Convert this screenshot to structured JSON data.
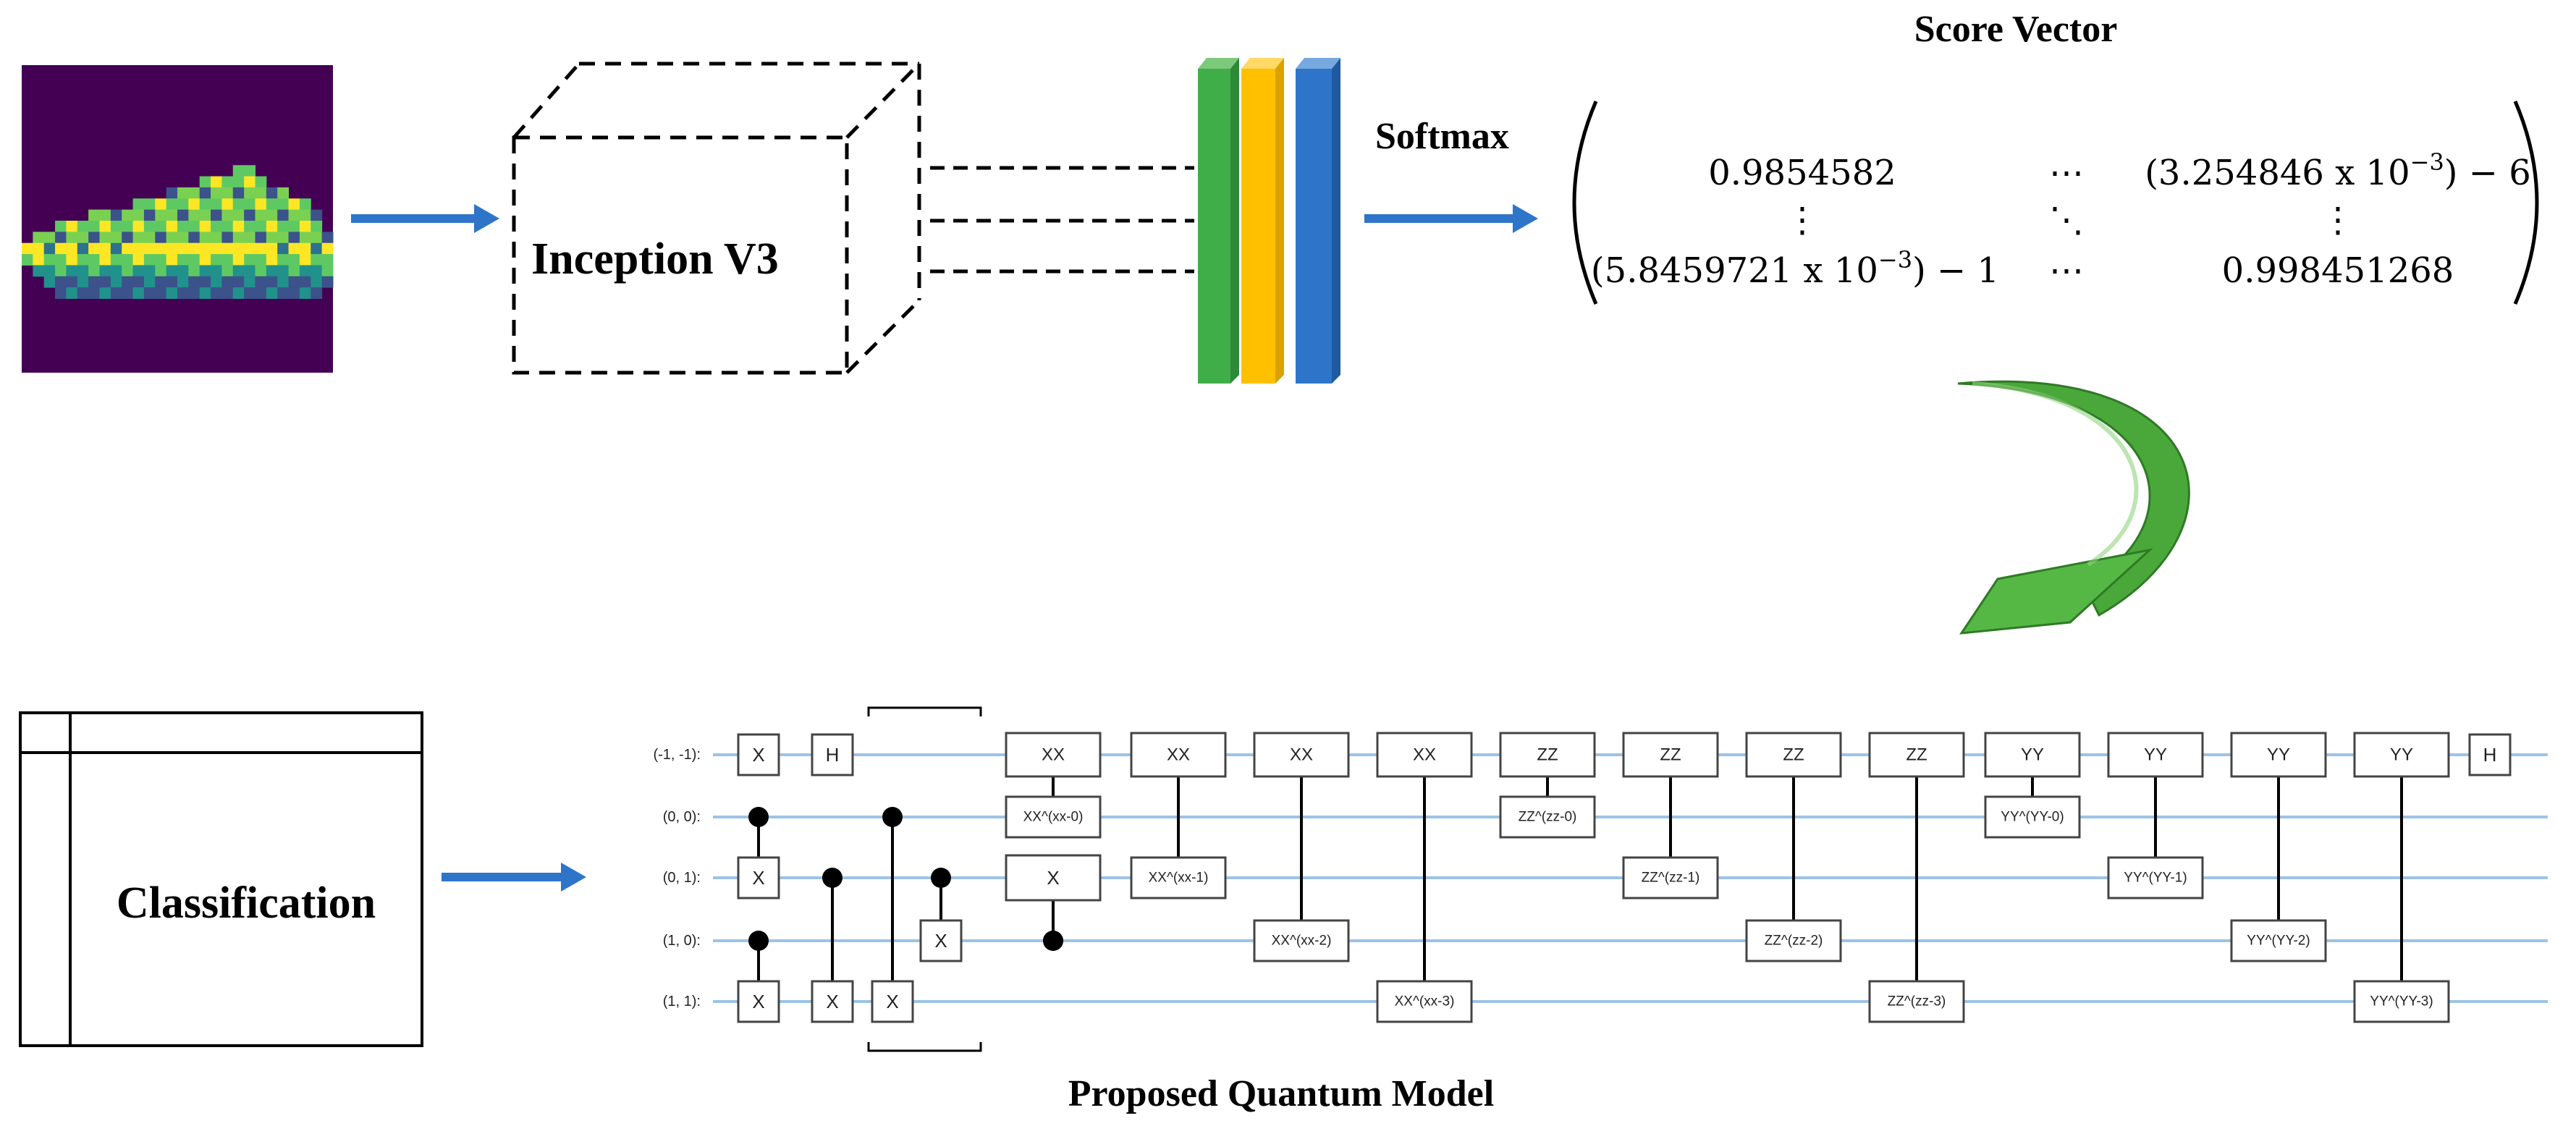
{
  "pipeline": {
    "feature_extractor_label": "Inception V3",
    "softmax_label": "Softmax",
    "score_vector_title": "Score Vector",
    "classification_label": "Classification",
    "quantum_model_title": "Proposed Quantum Model"
  },
  "score_matrix": {
    "r1c1": "0.9854582",
    "r1c2": "⋯",
    "r1c3": "(3.254846 x 10",
    "r1c3_exp": "−3",
    "r1c3_tail": ") − 6",
    "r2c1": "⋮",
    "r2c2": "⋱",
    "r2c3": "⋮",
    "r3c1": "(5.8459721 x 10",
    "r3c1_exp": "−3",
    "r3c1_tail": ") − 1",
    "r3c2": "⋯",
    "r3c3": "0.998451268"
  },
  "colors": {
    "arrow_blue": "#2e75c9",
    "green_arrow": "#4aa83a",
    "layer_green": "#3fae49",
    "layer_yellow": "#ffc000",
    "layer_blue": "#2e75c9",
    "wire": "#9dc3e6",
    "image_bg": "#440154"
  },
  "circuit": {
    "qubits": [
      "(-1, -1):",
      "(0, 0):",
      "(0, 1):",
      "(1, 0):",
      "(1, 1):"
    ],
    "gate_x": "X",
    "gate_h": "H",
    "gate_xx": "XX",
    "gate_zz": "ZZ",
    "gate_yy": "YY",
    "xx_params": [
      "XX^(xx-0)",
      "XX^(xx-1)",
      "XX^(xx-2)",
      "XX^(xx-3)"
    ],
    "zz_params": [
      "ZZ^(zz-0)",
      "ZZ^(zz-1)",
      "ZZ^(zz-2)",
      "ZZ^(zz-3)"
    ],
    "yy_params": [
      "YY^(YY-0)",
      "YY^(YY-1)",
      "YY^(YY-2)",
      "YY^(YY-3)"
    ]
  }
}
